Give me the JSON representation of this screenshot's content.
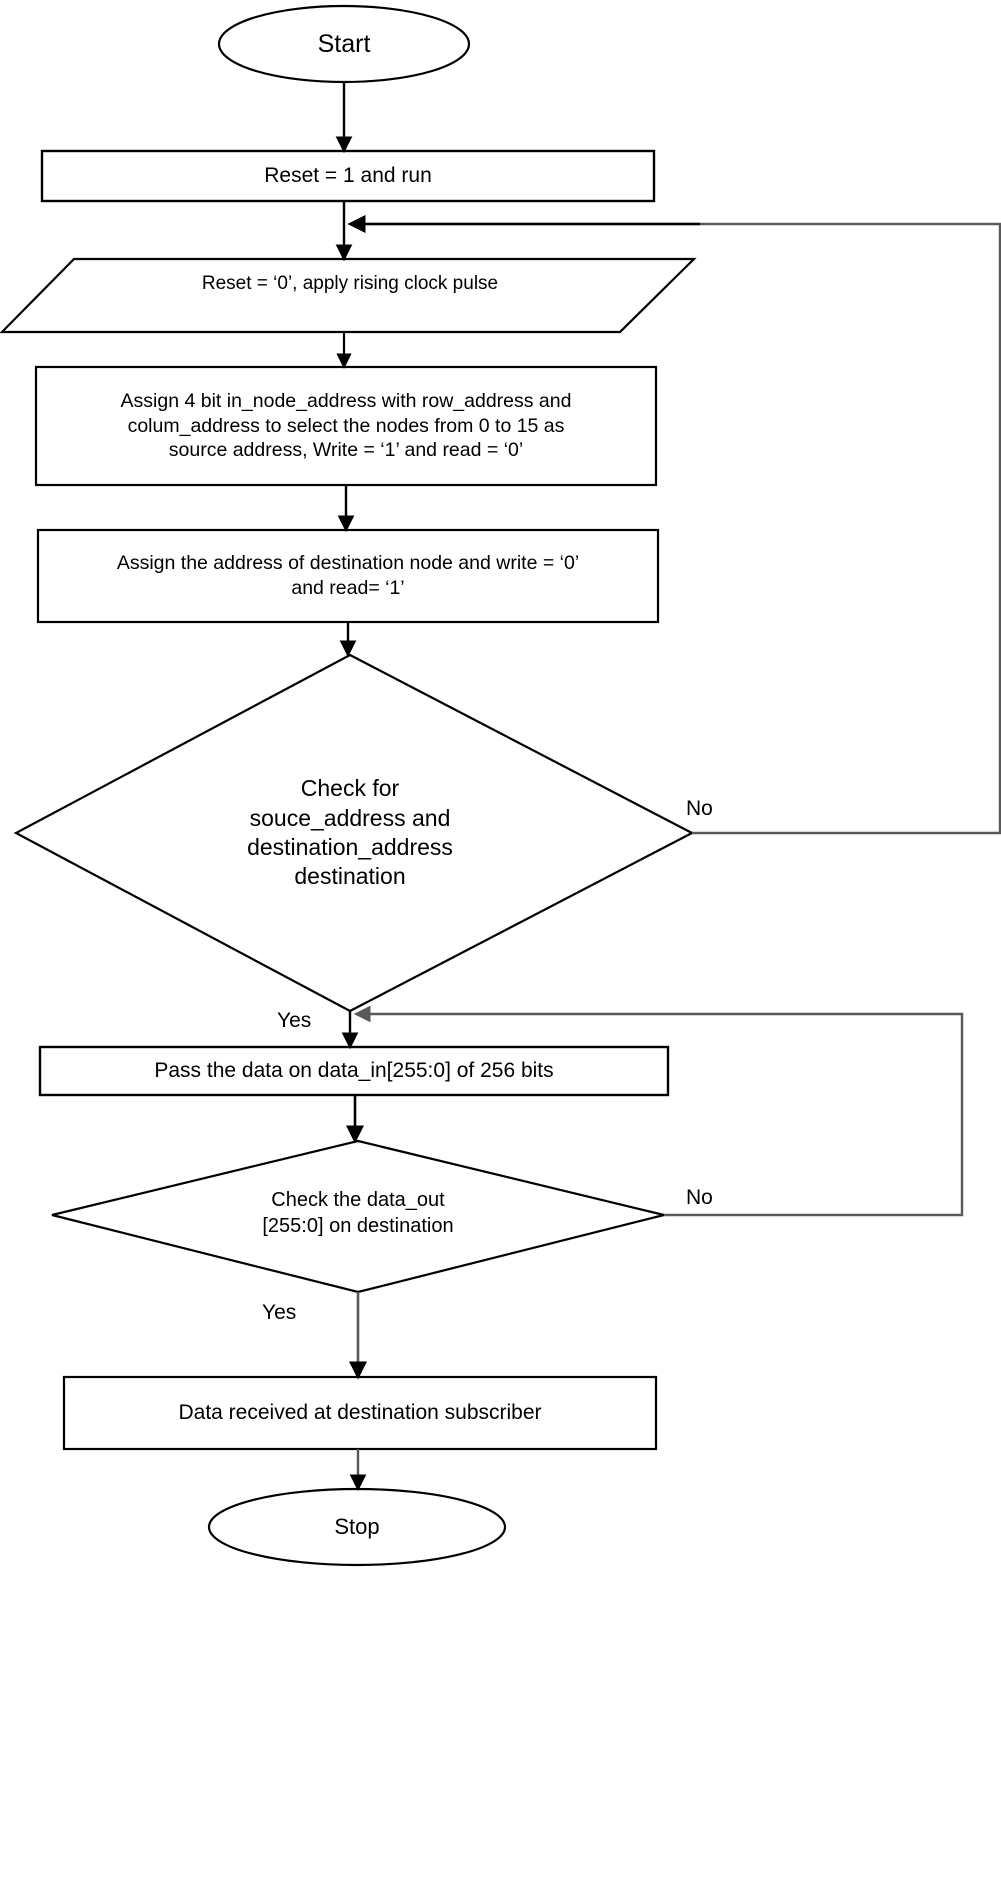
{
  "diagram": {
    "type": "flowchart",
    "title": "",
    "orientation": "top-to-bottom",
    "stroke_color": "#000000",
    "fill_color": "#ffffff",
    "nodes": [
      {
        "id": "start",
        "shape": "terminator",
        "text": "Start"
      },
      {
        "id": "reset_run",
        "shape": "process",
        "text": "Reset = 1 and run"
      },
      {
        "id": "clock",
        "shape": "input-output",
        "text": "Reset = ‘0’, apply rising clock pulse"
      },
      {
        "id": "assign_src",
        "shape": "process",
        "text": "Assign 4 bit in_node_address with row_address and\ncolum_address to select the nodes from 0 to 15 as\nsource  address, Write = ‘1’ and read = ‘0’"
      },
      {
        "id": "assign_dst",
        "shape": "process",
        "text": "Assign the address of destination node and write = ‘0’\nand read= ‘1’"
      },
      {
        "id": "check_addr",
        "shape": "decision",
        "text": "Check for\nsouce_address and\ndestination_address\ndestination"
      },
      {
        "id": "pass_data",
        "shape": "process",
        "text": "Pass the data on data_in[255:0] of 256 bits"
      },
      {
        "id": "check_out",
        "shape": "decision",
        "text": "Check the data_out\n[255:0] on destination"
      },
      {
        "id": "received",
        "shape": "process",
        "text": "Data received at destination subscriber"
      },
      {
        "id": "stop",
        "shape": "terminator",
        "text": "Stop"
      }
    ],
    "edges": [
      {
        "from": "start",
        "to": "reset_run",
        "label": ""
      },
      {
        "from": "reset_run",
        "to": "clock",
        "label": ""
      },
      {
        "from": "clock",
        "to": "assign_src",
        "label": ""
      },
      {
        "from": "assign_src",
        "to": "assign_dst",
        "label": ""
      },
      {
        "from": "assign_dst",
        "to": "check_addr",
        "label": ""
      },
      {
        "from": "check_addr",
        "to": "clock",
        "label": "No"
      },
      {
        "from": "check_addr",
        "to": "pass_data",
        "label": "Yes"
      },
      {
        "from": "pass_data",
        "to": "check_out",
        "label": ""
      },
      {
        "from": "check_out",
        "to": "pass_data",
        "label": "No"
      },
      {
        "from": "check_out",
        "to": "received",
        "label": "Yes"
      },
      {
        "from": "received",
        "to": "stop",
        "label": ""
      }
    ],
    "edge_labels": {
      "check_addr_no": "No",
      "check_addr_yes": "Yes",
      "check_out_no": "No",
      "check_out_yes": "Yes"
    }
  }
}
